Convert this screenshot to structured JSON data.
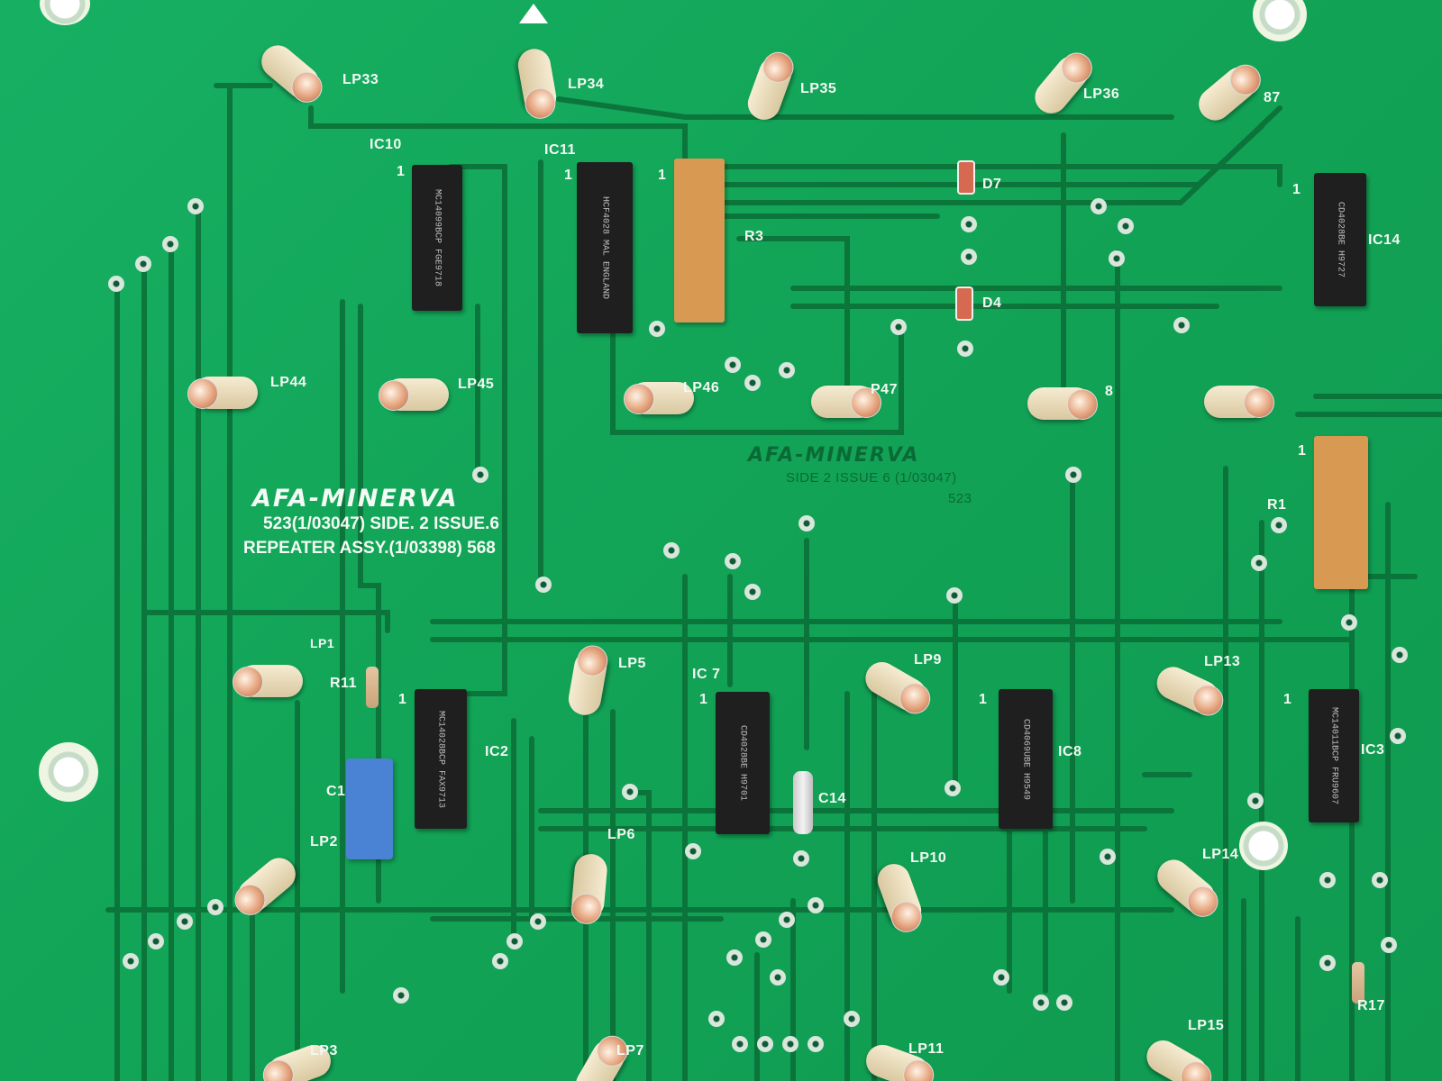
{
  "board": {
    "brand_main": "AFA-MINERVA",
    "main_line1": "523(1/03047)  SIDE. 2  ISSUE.6",
    "main_line2": "REPEATER  ASSY.(1/03398)  568",
    "brand_center": "AFA-MINERVA",
    "center_line1": "SIDE 2  ISSUE 6  (1/03047)",
    "center_line2": "523"
  },
  "lamp_labels": {
    "lp33": "LP33",
    "lp34": "LP34",
    "lp35": "LP35",
    "lp36": "LP36",
    "lp37": "87",
    "lp44": "LP44",
    "lp45": "LP45",
    "lp46": "LP46",
    "lp47": "P47",
    "lp48": "8",
    "lp1": "LP1",
    "lp2": "LP2",
    "lp3": "LP3",
    "lp5": "LP5",
    "lp6": "LP6",
    "lp7": "LP7",
    "lp9": "LP9",
    "lp10": "LP10",
    "lp11": "LP11",
    "lp13": "LP13",
    "lp14": "LP14",
    "lp15": "LP15"
  },
  "component_labels": {
    "ic10": "IC10",
    "ic11": "IC11",
    "ic14": "IC14",
    "ic7": "IC 7",
    "ic2": "IC2",
    "ic8": "IC8",
    "ic3": "IC3",
    "r3": "R3",
    "r1": "R1",
    "r11": "R11",
    "r17": "R17",
    "c1": "C1",
    "c14": "C14",
    "d7": "D7",
    "d4": "D4",
    "pin1": "1"
  },
  "chip_markings": {
    "ic10": "MC14099BCP FGE9718",
    "ic11": "HCF4028 MAL ENGLAND",
    "ic14": "CD4028BE H9727",
    "ic2": "MC14028BCP FAX9713",
    "ic7": "CD4028BE H9701",
    "ic8": "CD4069UBE H9549",
    "ic3": "MC14011BCP FRU9607"
  },
  "colors": {
    "pcb": "#13a85a",
    "trace": "#0b6d36",
    "silkscreen": "#f4faf4",
    "chip": "#1f1f1f",
    "resistor_network": "#d89a52",
    "capacitor": "#4a82d4"
  },
  "icons": {
    "top_marker": "triangle-up-icon"
  }
}
